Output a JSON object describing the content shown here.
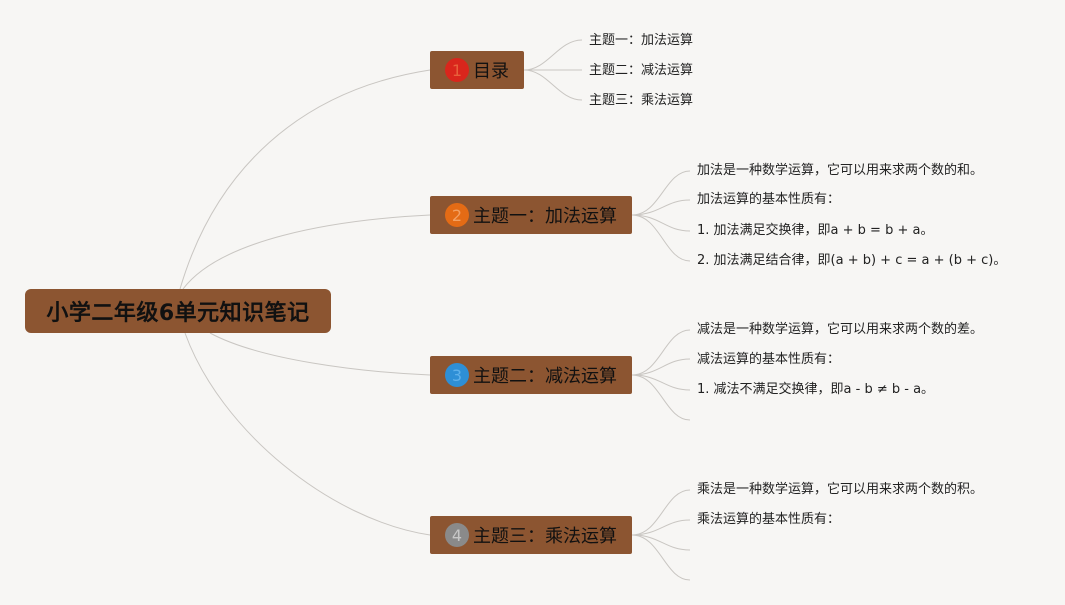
{
  "root": {
    "title": "小学二年级6单元知识笔记"
  },
  "branches": [
    {
      "number": "1",
      "label": "目录",
      "badge_color": "#d9261c",
      "badge_text_color": "#e8603a",
      "leaves": [
        "主题一：加法运算",
        "主题二：减法运算",
        "主题三：乘法运算"
      ]
    },
    {
      "number": "2",
      "label": "主题一：加法运算",
      "badge_color": "#e46b15",
      "badge_text_color": "#f3a062",
      "leaves": [
        "加法是一种数学运算，它可以用来求两个数的和。",
        "加法运算的基本性质有：",
        "1. 加法满足交换律，即a + b = b + a。",
        "2. 加法满足结合律，即(a + b) + c = a + (b + c)。"
      ]
    },
    {
      "number": "3",
      "label": "主题二：减法运算",
      "badge_color": "#2e8fd6",
      "badge_text_color": "#5fb0ea",
      "leaves": [
        "减法是一种数学运算，它可以用来求两个数的差。",
        "减法运算的基本性质有：",
        "1. 减法不满足交换律，即a - b ≠ b - a。",
        ""
      ]
    },
    {
      "number": "4",
      "label": "主题三：乘法运算",
      "badge_color": "#8a8a8a",
      "badge_text_color": "#c7c7c7",
      "leaves": [
        "乘法是一种数学运算，它可以用来求两个数的积。",
        "乘法运算的基本性质有：",
        "",
        ""
      ]
    }
  ]
}
